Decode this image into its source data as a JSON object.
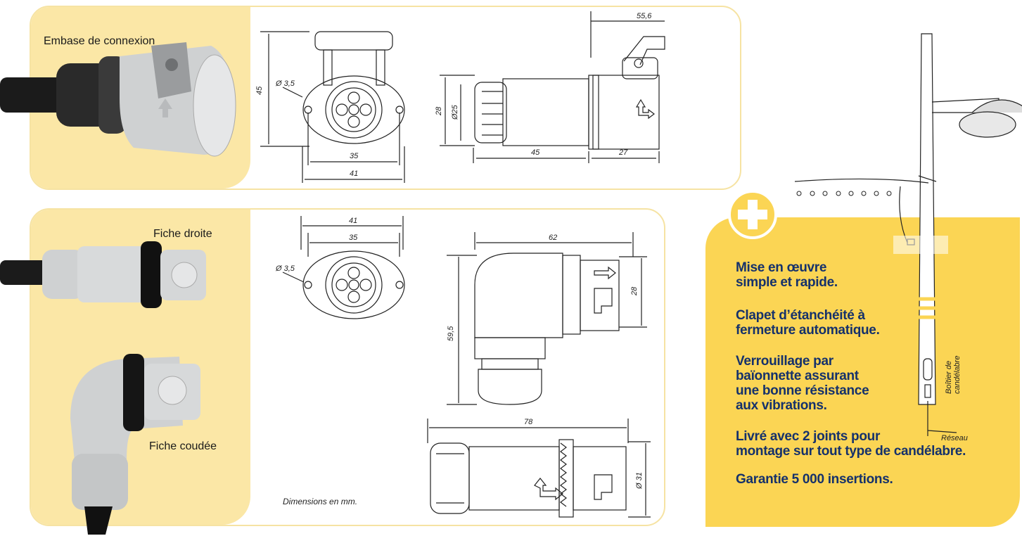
{
  "panels": {
    "top": {
      "caption": "Embase de connexion",
      "dims": {
        "d45": "45",
        "hole": "Ø 3,5",
        "d35": "35",
        "d41": "41",
        "d28": "28",
        "d25": "Ø25",
        "d45b": "45",
        "d27": "27",
        "d556": "55,6"
      }
    },
    "bottom": {
      "caption1": "Fiche droite",
      "caption2": "Fiche coudée",
      "dims": {
        "d41": "41",
        "d35": "35",
        "hole": "Ø 3,5",
        "d62": "62",
        "d595": "59,5",
        "d28": "28",
        "d78": "78",
        "d31": "Ø 31"
      },
      "note": "Dimensions en mm."
    }
  },
  "features": {
    "items": [
      "Mise en œuvre\nsimple et rapide.",
      "Clapet d’étanchéité à\nfermeture automatique.",
      "Verrouillage par\nbaïonnette assurant\nune bonne résistance\naux vibrations.",
      "Livré avec 2 joints pour\nmontage sur tout type de candélabre.",
      "Garantie 5 000 insertions."
    ]
  },
  "diagram": {
    "box_label": "Boîtier de\ncandélabre",
    "network_label": "Réseau"
  },
  "colors": {
    "accent_yellow": "#fbd554",
    "light_yellow": "#fbe7a6",
    "text_blue": "#15316b"
  }
}
